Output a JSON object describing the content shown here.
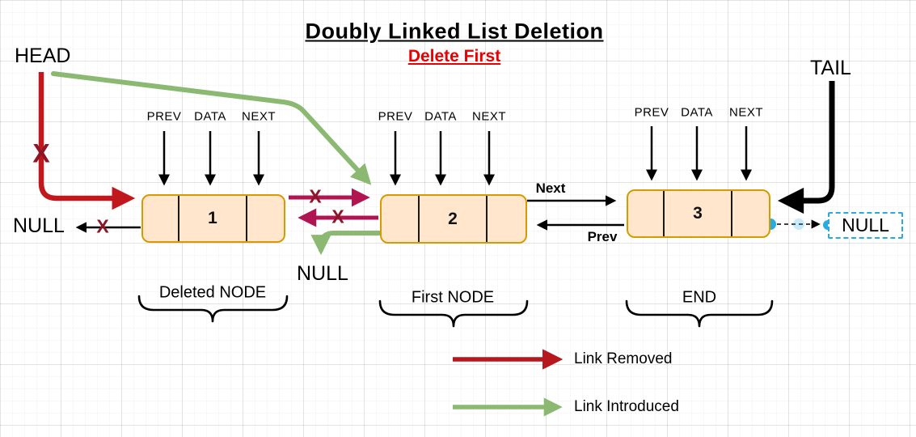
{
  "title": {
    "main": "Doubly Linked List Deletion",
    "subtitle": "Delete First"
  },
  "pointers": {
    "head": "HEAD",
    "tail": "TAIL"
  },
  "field_labels": [
    "PREV",
    "DATA",
    "NEXT"
  ],
  "nodes": [
    {
      "value": "1",
      "role": "Deleted NODE"
    },
    {
      "value": "2",
      "role": "First NODE"
    },
    {
      "value": "3",
      "role": "END"
    }
  ],
  "nulls": {
    "left": "NULL",
    "middle": "NULL",
    "right": "NULL"
  },
  "edge_labels": {
    "next": "Next",
    "prev": "Prev"
  },
  "marks": {
    "x": "X"
  },
  "braces": [
    {
      "label": "Deleted NODE"
    },
    {
      "label": "First NODE"
    },
    {
      "label": "END"
    }
  ],
  "legend": {
    "items": [
      {
        "label": "Link Removed",
        "color": "#b5191e"
      },
      {
        "label": "Link Introduced",
        "color": "#8cb972"
      }
    ]
  },
  "colors": {
    "node_fill": "#ffe6cc",
    "node_border": "#d79b00",
    "head_red": "#c0181d",
    "removed_red": "#b5191e",
    "x_maroon": "#8c1626",
    "magenta": "#b01552",
    "green": "#8cb972",
    "selection_blue": "#29abe2",
    "subtitle_red": "#ea0000"
  }
}
